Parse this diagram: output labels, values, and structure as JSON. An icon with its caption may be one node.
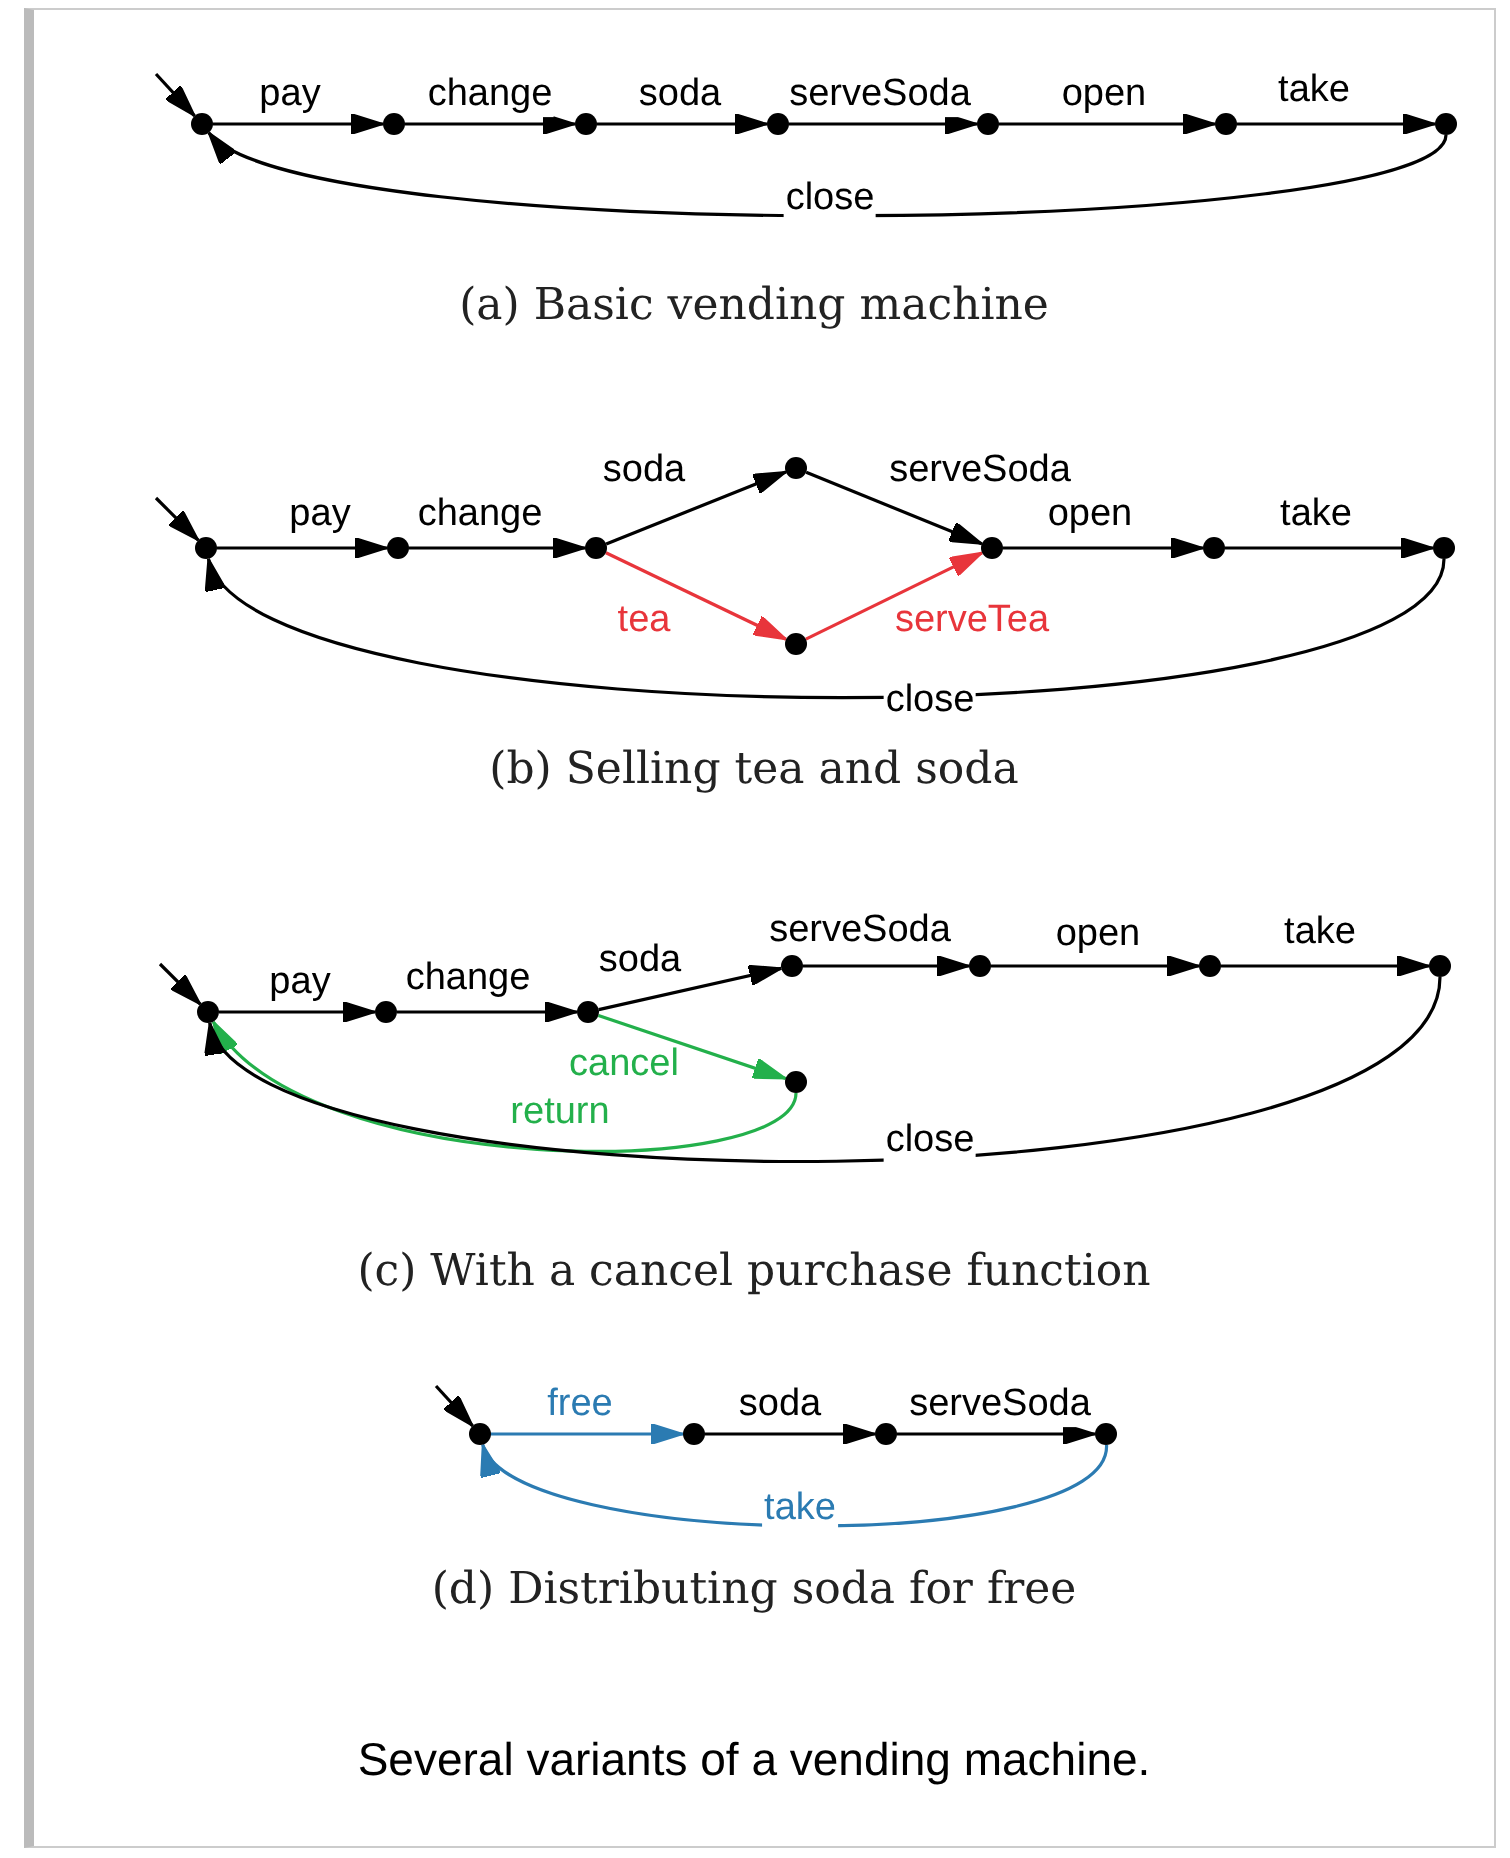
{
  "diagram": {
    "caption": "Several variants of a vending machine.",
    "nodes": [
      {
        "text": [],
        "shape": "circle"
      },
      {
        "text": [],
        "shape": "circle"
      },
      {
        "text": [],
        "shape": "circle"
      },
      {
        "text": [],
        "shape": "circle"
      },
      {
        "text": [],
        "shape": "circle"
      },
      {
        "text": [],
        "shape": "circle"
      },
      {
        "text": [],
        "shape": "circle"
      },
      {
        "text": [],
        "shape": "circle"
      },
      {
        "text": [],
        "shape": "circle"
      },
      {
        "text": [],
        "shape": "circle"
      },
      {
        "text": [],
        "shape": "circle"
      },
      {
        "text": [],
        "shape": "circle"
      },
      {
        "text": [],
        "shape": "circle"
      },
      {
        "text": [],
        "shape": "circle"
      },
      {
        "text": [],
        "shape": "circle"
      },
      {
        "text": [],
        "shape": "circle"
      },
      {
        "text": [],
        "shape": "circle"
      },
      {
        "text": [],
        "shape": "circle"
      },
      {
        "text": [],
        "shape": "circle"
      },
      {
        "text": [],
        "shape": "circle"
      },
      {
        "text": [],
        "shape": "circle"
      },
      {
        "text": [],
        "shape": "circle"
      },
      {
        "text": [],
        "shape": "circle"
      },
      {
        "text": [],
        "shape": "circle"
      },
      {
        "text": [],
        "shape": "circle"
      },
      {
        "text": [],
        "shape": "circle"
      },
      {
        "text": [],
        "shape": "circle"
      }
    ],
    "edges": [
      {
        "from": null,
        "to": 0,
        "arrow": "to"
      },
      {
        "from": 0,
        "to": 1,
        "arrow": "to",
        "label": "pay"
      },
      {
        "from": 1,
        "to": 2,
        "arrow": "to",
        "label": "change"
      },
      {
        "from": 2,
        "to": 3,
        "arrow": "to",
        "label": "soda"
      },
      {
        "from": 3,
        "to": 4,
        "arrow": "to",
        "label": "serveSoda"
      },
      {
        "from": 4,
        "to": 5,
        "arrow": "to",
        "label": "open"
      },
      {
        "from": 5,
        "to": 6,
        "arrow": "to",
        "label": "take"
      },
      {
        "from": 6,
        "to": 0,
        "arrow": "to",
        "label": "close"
      },
      {
        "from": null,
        "to": 7,
        "arrow": "to"
      },
      {
        "from": 7,
        "to": 8,
        "arrow": "to",
        "label": "pay"
      },
      {
        "from": 8,
        "to": 9,
        "arrow": "to",
        "label": "change"
      },
      {
        "from": 9,
        "to": 10,
        "arrow": "to",
        "label": "soda"
      },
      {
        "from": 10,
        "to": 12,
        "arrow": "to",
        "label": "serveSoda"
      },
      {
        "from": 9,
        "to": 11,
        "arrow": "to",
        "label": "tea",
        "color": "#e8353b"
      },
      {
        "from": 11,
        "to": 12,
        "arrow": "to",
        "label": "serveTea",
        "color": "#e8353b"
      },
      {
        "from": 12,
        "to": 13,
        "arrow": "to",
        "label": "open"
      },
      {
        "from": 13,
        "to": 14,
        "arrow": "to",
        "label": "take"
      },
      {
        "from": 14,
        "to": 7,
        "arrow": "to",
        "label": "close"
      },
      {
        "from": null,
        "to": 15,
        "arrow": "to"
      },
      {
        "from": 15,
        "to": 16,
        "arrow": "to",
        "label": "pay"
      },
      {
        "from": 16,
        "to": 17,
        "arrow": "to",
        "label": "change"
      },
      {
        "from": 17,
        "to": 18,
        "arrow": "to",
        "label": "soda"
      },
      {
        "from": 18,
        "to": 19,
        "arrow": "to",
        "label": "serveSoda"
      },
      {
        "from": 19,
        "to": 20,
        "arrow": "to",
        "label": "open"
      },
      {
        "from": 20,
        "to": 21,
        "arrow": "to",
        "label": "take"
      },
      {
        "from": 17,
        "to": 22,
        "arrow": "to",
        "label": "cancel",
        "color": "#23b04b"
      },
      {
        "from": 22,
        "to": 15,
        "arrow": "to",
        "label": "return",
        "color": "#23b04b"
      },
      {
        "from": 21,
        "to": 15,
        "arrow": "to",
        "label": "close"
      },
      {
        "from": null,
        "to": 23,
        "arrow": "to"
      },
      {
        "from": 23,
        "to": 24,
        "arrow": "to",
        "label": "free",
        "color": "#2b7bb2"
      },
      {
        "from": 24,
        "to": 25,
        "arrow": "to",
        "label": "soda"
      },
      {
        "from": 25,
        "to": 26,
        "arrow": "to",
        "label": "serveSoda"
      },
      {
        "from": 26,
        "to": 23,
        "arrow": "to",
        "label": "take",
        "color": "#2b7bb2"
      }
    ],
    "labels": [
      "(a) Basic vending machine",
      "(b) Selling tea and soda",
      "(c) With a cancel purchase function",
      "(d) Distributing soda for free"
    ]
  }
}
